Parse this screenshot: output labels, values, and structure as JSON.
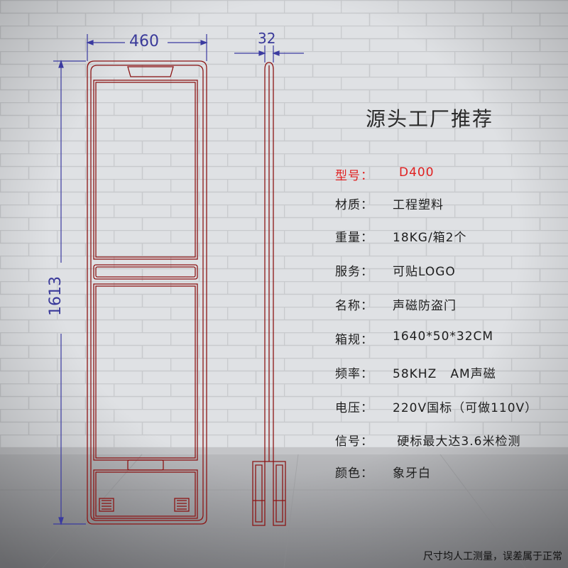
{
  "dimensions": {
    "width": "460",
    "thickness": "32",
    "height": "1613"
  },
  "title": "源头工厂推荐",
  "specs": [
    {
      "label": "型号：",
      "value": "D400",
      "highlight": true
    },
    {
      "label": "材质：",
      "value": "工程塑料"
    },
    {
      "label": "重量：",
      "value": "18KG/箱2个"
    },
    {
      "label": "服务：",
      "value": "可贴LOGO"
    },
    {
      "label": "名称：",
      "value": "声磁防盗门"
    },
    {
      "label": "箱规：",
      "value": "1640*50*32CM"
    },
    {
      "label": "频率：",
      "value": "58KHZ   AM声磁"
    },
    {
      "label": "电压：",
      "value": "220V国标（可做110V）"
    },
    {
      "label": "信号：",
      "value": " 硬标最大达3.6米检测"
    },
    {
      "label": "颜色：",
      "value": "象牙白"
    }
  ],
  "note": "尺寸均人工测量，误差属于正常",
  "colors": {
    "outline": "#8c1414",
    "dimension": "#3a3aa0",
    "highlight": "#e02020",
    "wall": "#dfe1e4",
    "floor": "#a9aaad"
  }
}
